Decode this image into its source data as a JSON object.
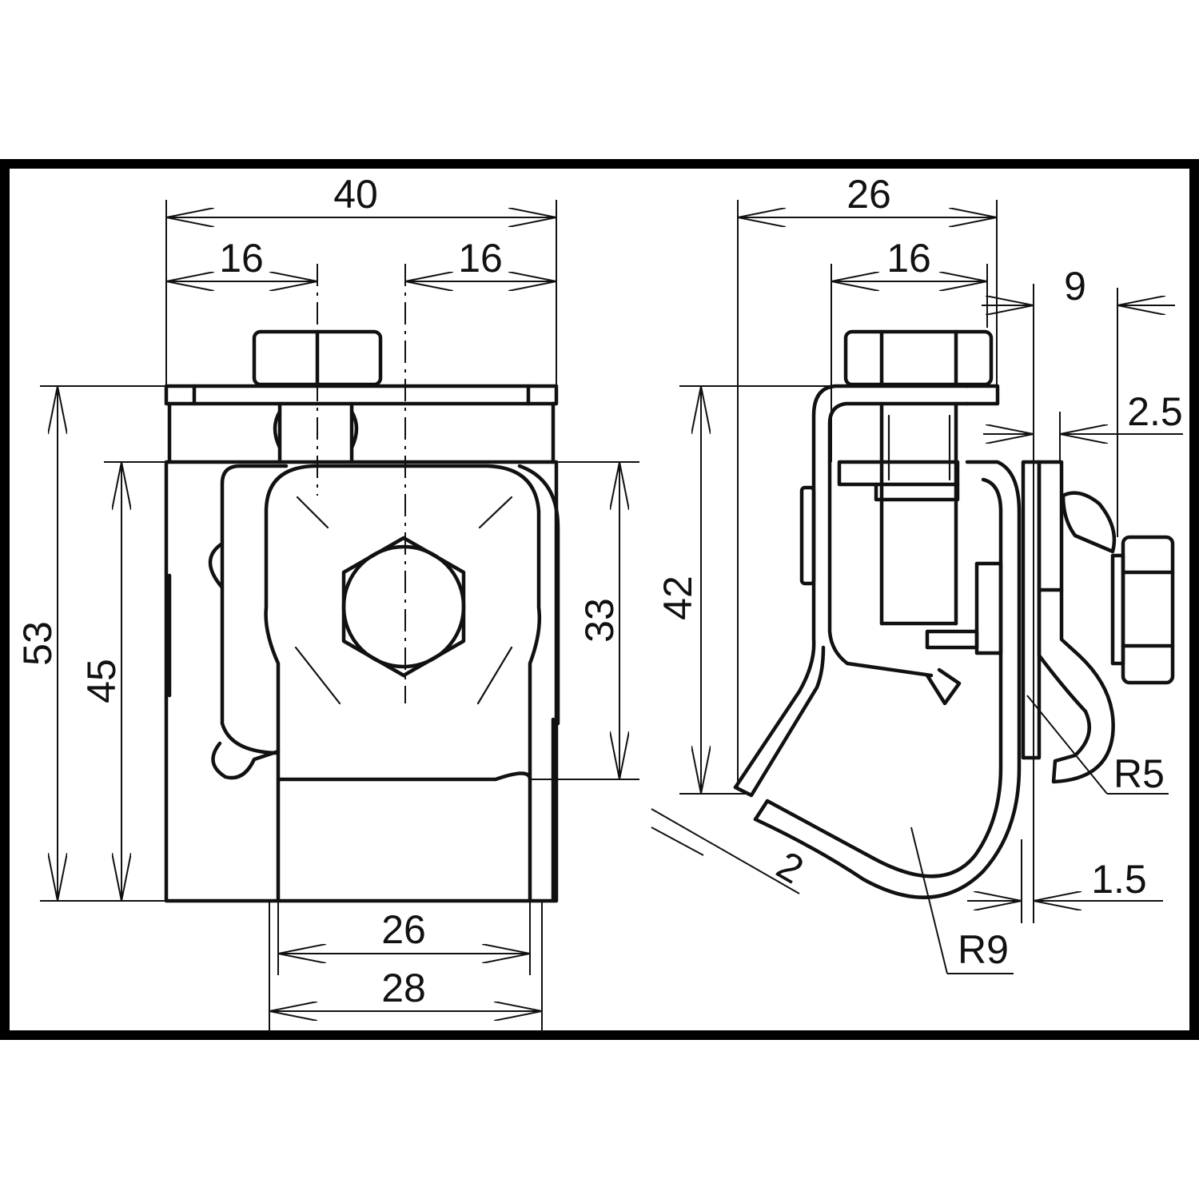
{
  "drawing": {
    "front_view": {
      "width_overall": "40",
      "offset_left": "16",
      "offset_right": "16",
      "height_overall": "53",
      "height_body": "45",
      "height_clamp": "33",
      "width_inner": "26",
      "width_outer": "28"
    },
    "side_view": {
      "depth_overall": "26",
      "bolt_offset": "16",
      "plate_gap": "9",
      "plate_thickness": "2.5",
      "height": "42",
      "strip_thickness": "2",
      "radius_small": "R5",
      "radius_large": "R9",
      "wall_thickness": "1.5"
    }
  }
}
